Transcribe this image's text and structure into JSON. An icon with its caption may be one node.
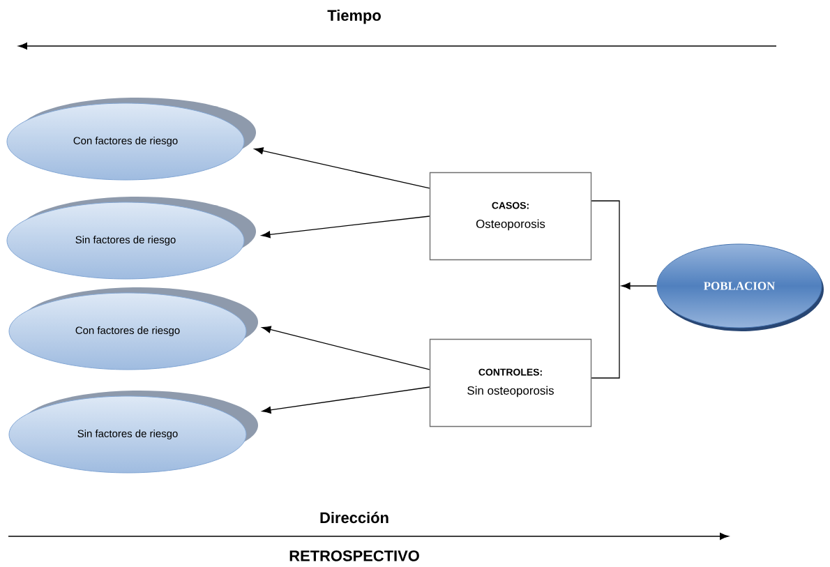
{
  "diagram": {
    "nodes": [
      {
        "text": [
          "Con factores de riesgo"
        ]
      },
      {
        "text": [
          "Sin factores de riesgo"
        ]
      },
      {
        "text": [
          "Con factores de riesgo"
        ]
      },
      {
        "text": [
          "Sin factores de riesgo"
        ]
      },
      {
        "text": [
          "CASOS:",
          "Osteoporosis"
        ]
      },
      {
        "text": [
          "CONTROLES:",
          "Sin osteoporosis"
        ]
      },
      {
        "text": [
          "POBLACION"
        ]
      }
    ],
    "edges": [
      {
        "from": 4,
        "to": 0,
        "arrow": "to"
      },
      {
        "from": 4,
        "to": 1,
        "arrow": "to"
      },
      {
        "from": 5,
        "to": 2,
        "arrow": "to"
      },
      {
        "from": 5,
        "to": 3,
        "arrow": "to"
      },
      {
        "from": 4,
        "to": 5,
        "arrow": "none"
      },
      {
        "from": 6,
        "to": null,
        "arrow": "to"
      }
    ],
    "labels": [
      "Tiempo",
      "Dirección",
      "RETROSPECTIVO"
    ]
  }
}
